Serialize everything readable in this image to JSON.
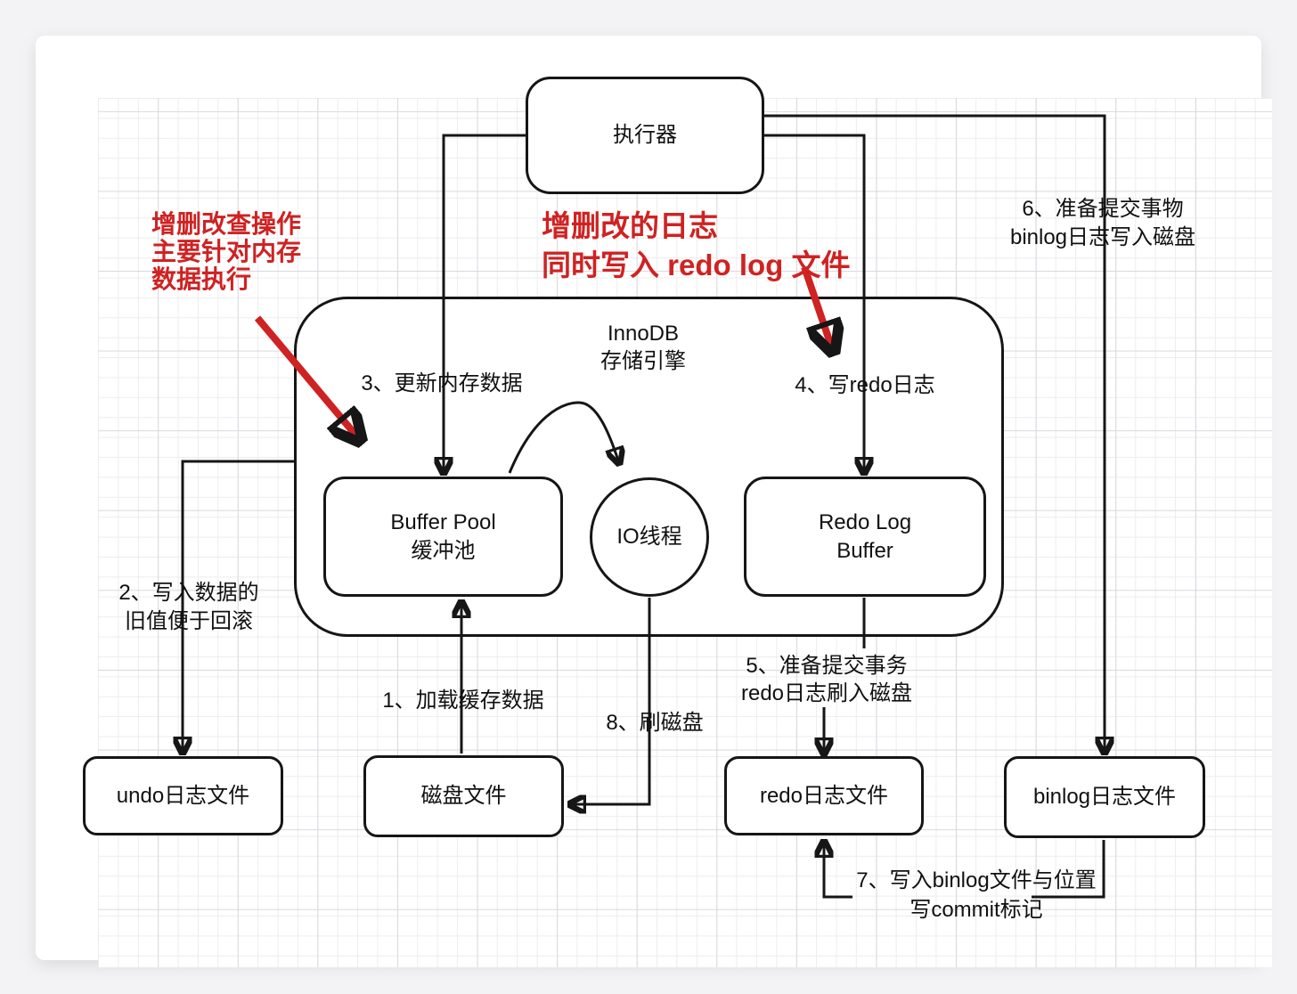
{
  "diagram": {
    "nodes": {
      "executor": "执行器",
      "innodb_engine": "InnoDB\n存储引擎",
      "buffer_pool": "Buffer Pool\n缓冲池",
      "io_thread": "IO线程",
      "redo_log_buffer": "Redo Log\nBuffer",
      "undo_log_file": "undo日志文件",
      "disk_file": "磁盘文件",
      "redo_log_file": "redo日志文件",
      "binlog_file": "binlog日志文件"
    },
    "step_labels": {
      "step1": "1、加载缓存数据",
      "step2": "2、写入数据的\n旧值便于回滚",
      "step3": "3、更新内存数据",
      "step4": "4、写redo日志",
      "step5": "5、准备提交事务\nredo日志刷入磁盘",
      "step6": "6、准备提交事物\nbinlog日志写入磁盘",
      "step7": "7、写入binlog文件与位置\n写commit标记",
      "step8": "8、刷磁盘"
    },
    "annotations": {
      "crud_note": "增删改查操作\n主要针对内存\n数据执行",
      "redo_note": "增删改的日志\n同时写入 redo log 文件"
    },
    "colors": {
      "line": "#161616",
      "annotation_red": "#cf2222",
      "node_fill": "#ffffff",
      "grid_minor": "#ededf0",
      "grid_major": "#d9d9df",
      "page_bg": "#f3f3f5"
    }
  }
}
